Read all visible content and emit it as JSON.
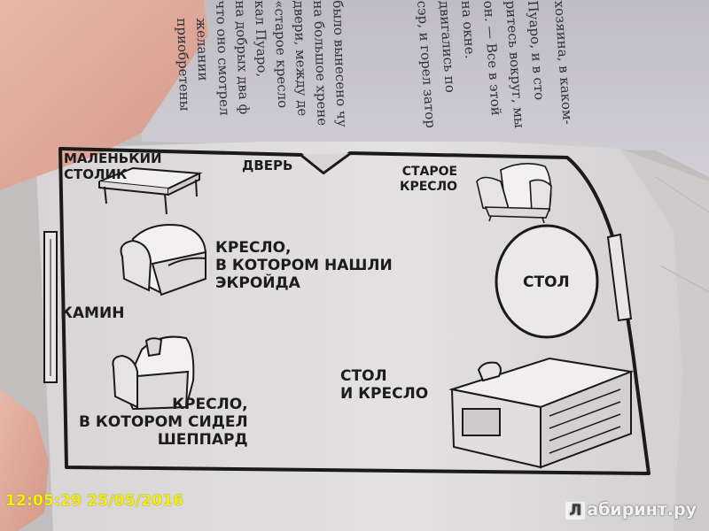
{
  "plan": {
    "small_table": [
      "Маленький",
      "столик"
    ],
    "door": "Дверь",
    "old_armchair": [
      "Старое",
      "кресло"
    ],
    "armchair_found": [
      "Кресло,",
      "в котором нашли",
      "Экройда"
    ],
    "table": "Стол",
    "fireplace": "Камин",
    "desk_chair": [
      "Стол",
      "и кресло"
    ],
    "armchair_sheppard": [
      "Кресло,",
      "в котором сидел",
      "Шеппард"
    ]
  },
  "page_text_lines": [
    "было вынесено чу",
    "на большое хрене",
    "двери, между де",
    "«старое кресло",
    "кал Пуаро,",
    "на добрых два ф",
    "что оно смотрел",
    "желании",
    "приобретены"
  ],
  "page_text_right": [
    "хозяина, в каком-",
    "Пуаро, и в сто",
    "ритесь вокруг, мы",
    "он. — Все в этой",
    "на окне.",
    "двигались по",
    "сэр, и горел затор"
  ],
  "timestamp": "12:05:29 25/05/2016",
  "watermark": {
    "badge": "Л",
    "text": "абиринт.ру"
  }
}
